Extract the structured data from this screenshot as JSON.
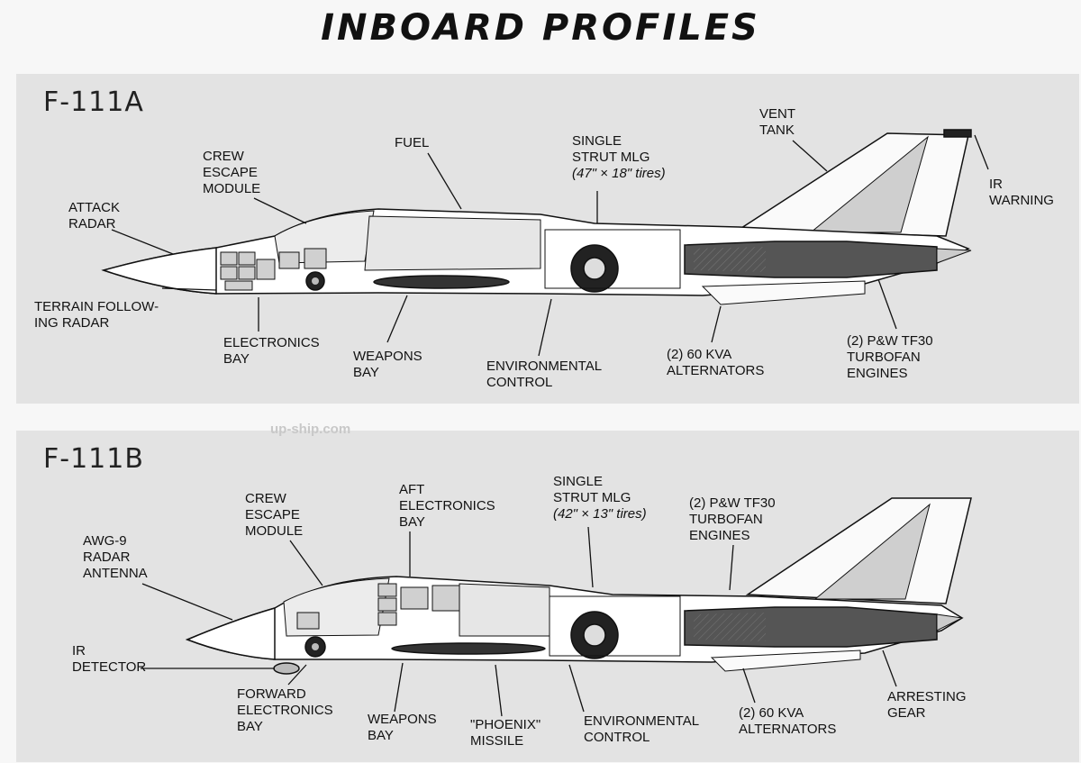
{
  "title": "INBOARD PROFILES",
  "watermark": "up-ship.com",
  "f111a": {
    "model": "F-111A",
    "attack_radar": [
      "ATTACK",
      "RADAR"
    ],
    "terrain_radar": [
      "TERRAIN FOLLOW-",
      "ING RADAR"
    ],
    "crew_escape": [
      "CREW",
      "ESCAPE",
      "MODULE"
    ],
    "fuel": "FUEL",
    "mlg": [
      "SINGLE",
      "STRUT MLG",
      "(47\" × 18\" tires)"
    ],
    "vent_tank": [
      "VENT",
      "TANK"
    ],
    "ir_warning": [
      "IR",
      "WARNING"
    ],
    "electronics_bay": [
      "ELECTRONICS",
      "BAY"
    ],
    "weapons_bay": [
      "WEAPONS",
      "BAY"
    ],
    "environmental": [
      "ENVIRONMENTAL",
      "CONTROL"
    ],
    "alternators": [
      "(2) 60 KVA",
      "ALTERNATORS"
    ],
    "engines": [
      "(2) P&W TF30",
      "TURBOFAN",
      "ENGINES"
    ]
  },
  "f111b": {
    "model": "F-111B",
    "awg9": [
      "AWG-9",
      "RADAR",
      "ANTENNA"
    ],
    "crew_escape": [
      "CREW",
      "ESCAPE",
      "MODULE"
    ],
    "aft_electronics": [
      "AFT",
      "ELECTRONICS",
      "BAY"
    ],
    "mlg": [
      "SINGLE",
      "STRUT MLG",
      "(42\" × 13\" tires)"
    ],
    "engines": [
      "(2) P&W TF30",
      "TURBOFAN",
      "ENGINES"
    ],
    "ir_detector": "IR DETECTOR",
    "forward_electronics": [
      "FORWARD",
      "ELECTRONICS",
      "BAY"
    ],
    "weapons_bay": [
      "WEAPONS",
      "BAY"
    ],
    "phoenix": [
      "\"PHOENIX\"",
      "MISSILE"
    ],
    "environmental": [
      "ENVIRONMENTAL",
      "CONTROL"
    ],
    "alternators": [
      "(2) 60 KVA",
      "ALTERNATORS"
    ],
    "arresting_gear": [
      "ARRESTING",
      "GEAR"
    ]
  }
}
